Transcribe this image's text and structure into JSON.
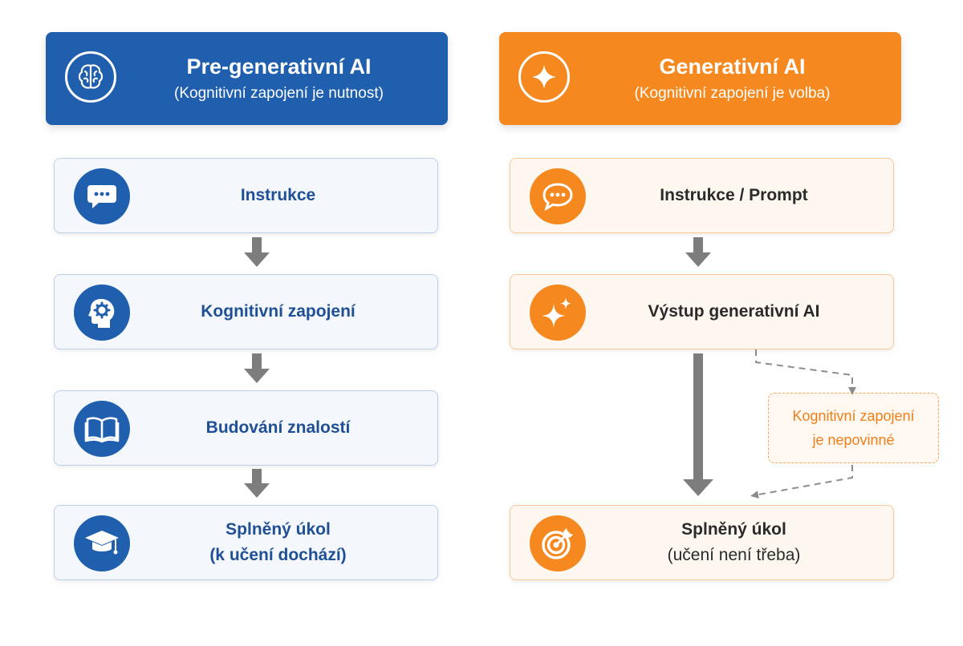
{
  "left": {
    "title": "Pre-generativní AI",
    "subtitle": "(Kognitivní zapojení je nutnost)",
    "header_icon": "brain-icon",
    "color": "#1f5fae",
    "steps": [
      {
        "label": "Instrukce",
        "icon": "chat-bubble-icon"
      },
      {
        "label": "Kognitivní zapojení",
        "icon": "head-gear-icon"
      },
      {
        "label": "Budování znalostí",
        "icon": "book-icon"
      },
      {
        "line1": "Splněný úkol",
        "line2": "(k učení dochází)",
        "icon": "graduation-cap-icon"
      }
    ]
  },
  "right": {
    "title": "Generativní AI",
    "subtitle": "(Kognitivní zapojení je volba)",
    "header_icon": "sparkle-icon",
    "color": "#f5891f",
    "steps": [
      {
        "label": "Instrukce / Prompt",
        "icon": "chat-bubble-icon"
      },
      {
        "label": "Výstup generativní AI",
        "icon": "sparkles-icon"
      },
      {
        "line1": "Splněný úkol",
        "line2": "(učení není třeba)",
        "icon": "target-icon"
      }
    ],
    "optional": {
      "line1": "Kognitivní zapojení",
      "line2": "je nepovinné"
    }
  }
}
